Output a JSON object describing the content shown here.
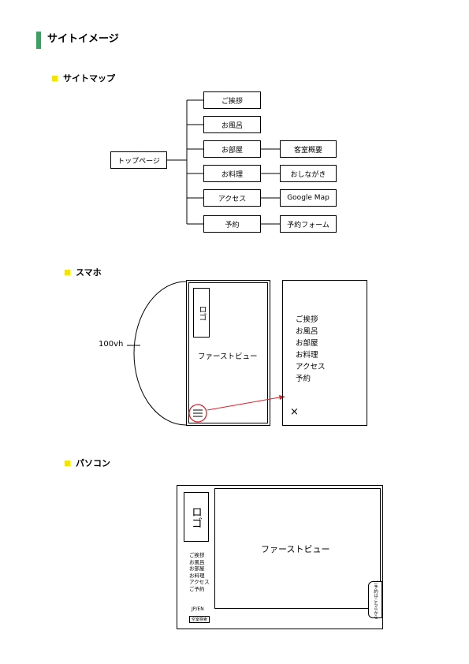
{
  "page_title": "サイトイメージ",
  "sections": {
    "sitemap": "サイトマップ",
    "smartphone": "スマホ",
    "pc": "パソコン"
  },
  "sitemap": {
    "root": "トップページ",
    "children": [
      "ご挨拶",
      "お風呂",
      "お部屋",
      "お料理",
      "アクセス",
      "予約"
    ],
    "sub": {
      "rooms": "客室概要",
      "cuisine": "おしながき",
      "access": "Google Map",
      "reserve": "予約フォーム"
    }
  },
  "smartphone": {
    "height_label": "100vh",
    "logo": "ロゴ",
    "first_view": "ファーストビュー",
    "menu_items": [
      "ご挨拶",
      "お風呂",
      "お部屋",
      "お料理",
      "アクセス",
      "予約"
    ],
    "close": "×"
  },
  "pc": {
    "logo": "ロゴ",
    "first_view": "ファーストビュー",
    "nav_items": [
      "ご挨拶",
      "お風呂",
      "お部屋",
      "お料理",
      "アクセス",
      "ご予約"
    ],
    "lang": "JP/EN",
    "vacancy": "空室検索",
    "side_tab": "ご予約はこちらから"
  },
  "colors": {
    "title_bar": "#3aa163",
    "section_bullet": "#f5e400",
    "arrow": "#e0202a"
  }
}
